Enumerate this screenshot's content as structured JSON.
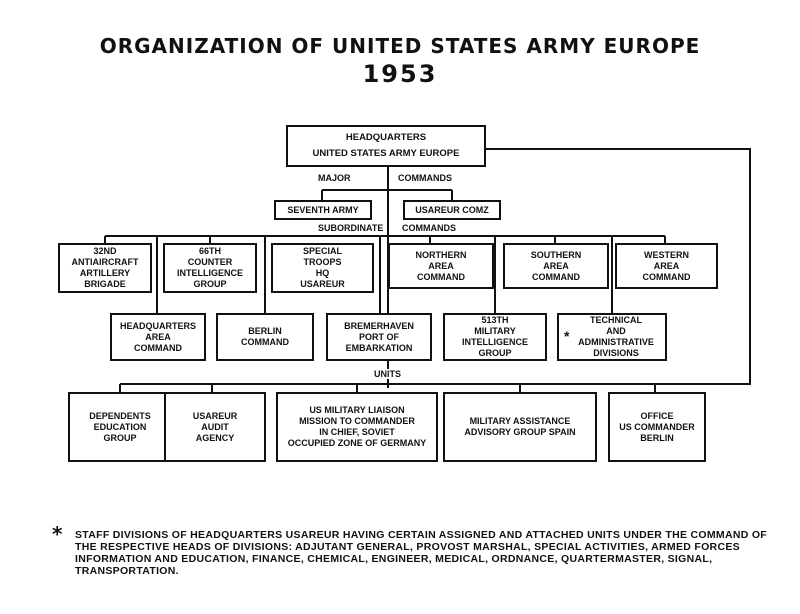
{
  "title": {
    "line1": "ORGANIZATION OF UNITED STATES ARMY EUROPE",
    "line2": "1953"
  },
  "labels": {
    "major": "MAJOR",
    "commands1": "COMMANDS",
    "subordinate": "SUBORDINATE",
    "commands2": "COMMANDS",
    "units": "UNITS"
  },
  "boxes": {
    "hq": "HEADQUARTERS\nUNITED STATES ARMY EUROPE",
    "seventh_army": "SEVENTH ARMY",
    "usareur_comz": "USAREUR COMZ",
    "aaa_brigade": "32ND\nANTIAIRCRAFT\nARTILLERY\nBRIGADE",
    "cic_group": "66TH\nCOUNTER\nINTELLIGENCE\nGROUP",
    "special_troops": "SPECIAL\nTROOPS\nHQ\nUSAREUR",
    "northern": "NORTHERN\nAREA\nCOMMAND",
    "southern": "SOUTHERN\nAREA\nCOMMAND",
    "western": "WESTERN\nAREA\nCOMMAND",
    "hq_area": "HEADQUARTERS\nAREA\nCOMMAND",
    "berlin_command": "BERLIN\nCOMMAND",
    "bremerhaven": "BREMERHAVEN\nPORT OF\nEMBARKATION",
    "mi_group": "513TH\nMILITARY\nINTELLIGENCE\nGROUP",
    "technical": "TECHNICAL\nAND\nADMINISTRATIVE\nDIVISIONS",
    "technical_star": "*",
    "dependents": "DEPENDENTS\nEDUCATION\nGROUP",
    "audit": "USAREUR\nAUDIT\nAGENCY",
    "liaison": "US MILITARY LIAISON\nMISSION TO COMMANDER\nIN CHIEF, SOVIET\nOCCUPIED ZONE OF GERMANY",
    "maag_spain": "MILITARY ASSISTANCE\nADVISORY GROUP SPAIN",
    "office_berlin": "OFFICE\nUS COMMANDER\nBERLIN"
  },
  "footnote": {
    "star": "*",
    "text": "STAFF DIVISIONS OF HEADQUARTERS USAREUR HAVING CERTAIN ASSIGNED AND ATTACHED UNITS UNDER THE COMMAND OF THE RESPECTIVE HEADS OF DIVISIONS: ADJUTANT GENERAL, PROVOST MARSHAL, SPECIAL ACTIVITIES, ARMED FORCES INFORMATION AND EDUCATION, FINANCE, CHEMICAL, ENGINEER, MEDICAL, ORDNANCE, QUARTERMASTER, SIGNAL, TRANSPORTATION."
  }
}
